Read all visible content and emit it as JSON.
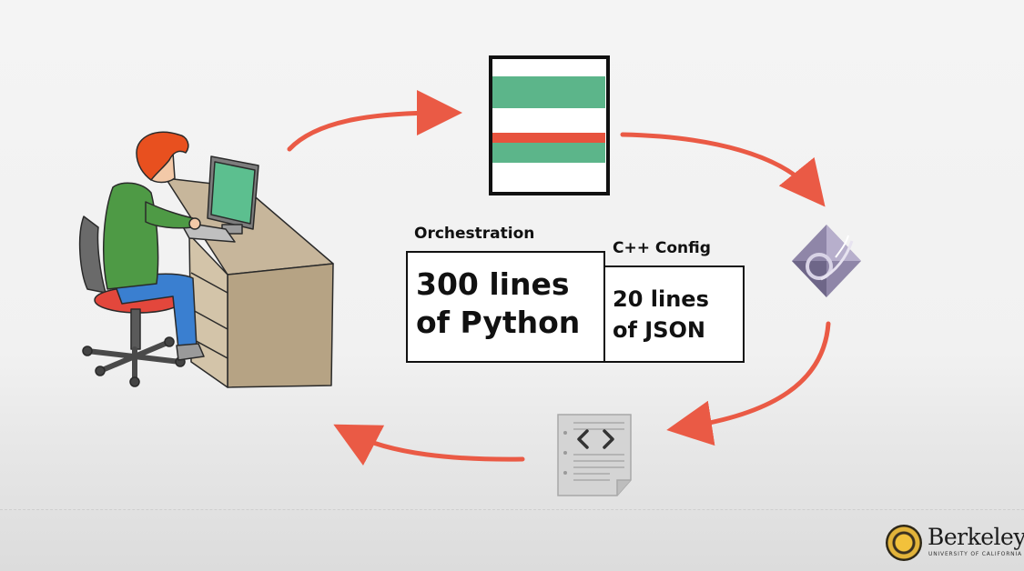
{
  "labels": {
    "orchestration": "Orchestration",
    "cpp_config": "C++ Config"
  },
  "boxes": {
    "python": {
      "line1": "300 lines",
      "line2": "of Python"
    },
    "json": {
      "line1": "20 lines",
      "line2": "of JSON"
    }
  },
  "logo": {
    "name": "Berkeley",
    "subtitle": "UNIVERSITY OF CALIFORNIA"
  },
  "colors": {
    "arrow": "#ea5a45",
    "green": "#5cb58a",
    "red_bar": "#e7533e",
    "monitor_screen": "#5cbf8f",
    "shirt": "#4e9a45",
    "jeans": "#3a7fd0",
    "hair": "#e8501f",
    "desk": "#c7b69b"
  },
  "icons": {
    "developer": "developer-at-desk-illustration",
    "test_results": "test-results-bars-icon",
    "build_tool": "build-gear-diamond-icon",
    "source_file": "source-code-document-icon"
  }
}
